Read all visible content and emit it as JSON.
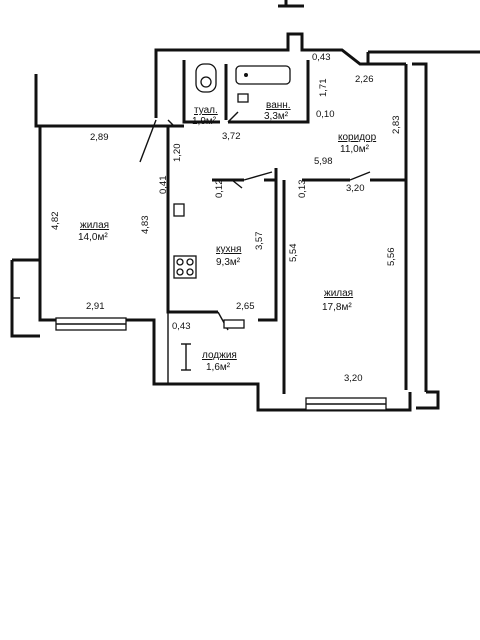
{
  "rooms": {
    "living_left": {
      "name": "жилая",
      "area": "14,0м²"
    },
    "toilet": {
      "name": "туал.",
      "area": "1,9м²"
    },
    "bath": {
      "name": "ванн.",
      "area": "3,3м²"
    },
    "corridor": {
      "name": "коридор",
      "area": "11,0м²"
    },
    "kitchen": {
      "name": "кухня",
      "area": "9,3м²"
    },
    "living_right": {
      "name": "жилая",
      "area": "17,8м²"
    },
    "loggia": {
      "name": "лоджия",
      "area": "1,6м²"
    }
  },
  "dims": {
    "top_043": "0,43",
    "d226": "2,26",
    "d171": "1,71",
    "d010": "0,10",
    "d283": "2,83",
    "d372": "3,72",
    "d289": "2,89",
    "d120": "1,20",
    "d598": "5,98",
    "d041": "0,41",
    "d012": "0,12",
    "d013": "0,13",
    "d320_top": "3,20",
    "d482": "4,82",
    "d483": "4,83",
    "d357": "3,57",
    "d554": "5,54",
    "d556": "5,56",
    "d291": "2,91",
    "d265": "2,65",
    "d043_bottom": "0,43",
    "d320_bottom": "3,20"
  }
}
